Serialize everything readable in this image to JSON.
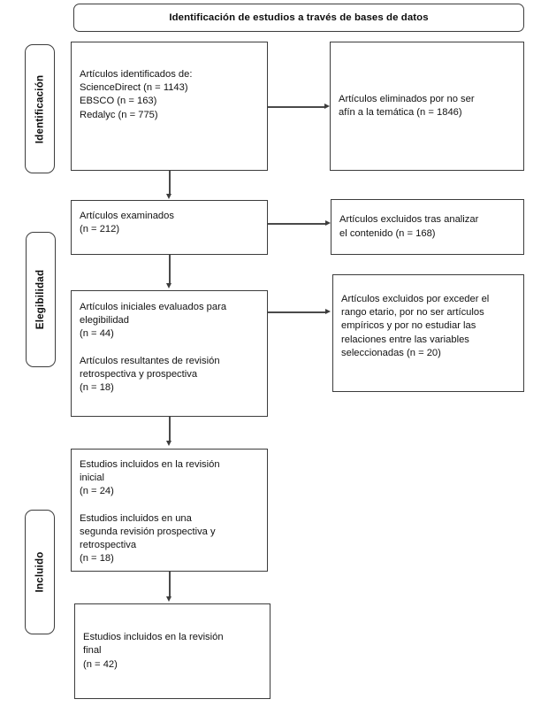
{
  "diagram": {
    "type": "prisma-flow-diagram",
    "language": "es",
    "title": "Identificación de estudios a través de bases de datos",
    "stage_labels": [
      {
        "id": "identificacion",
        "text": "Identificación"
      },
      {
        "id": "elegibilidad",
        "text": "Elegibilidad"
      },
      {
        "id": "incluido",
        "text": "Incluido"
      }
    ],
    "boxes": [
      {
        "id": "identified-records",
        "column": "left",
        "lines": "Artículos identificados de:\nScienceDirect (n = 1143)\nEBSCO (n = 163)\nRedalyc (n = 775)",
        "counts": {
          "ScienceDirect": 1143,
          "EBSCO": 163,
          "Redalyc": 775
        }
      },
      {
        "id": "removed-records",
        "column": "right",
        "lines": "Artículos eliminados por no ser\nafín a la temática (n = 1846)",
        "counts": {
          "n": 1846
        }
      },
      {
        "id": "screened-records",
        "column": "left",
        "lines": "Artículos examinados\n(n = 212)",
        "counts": {
          "n": 212
        }
      },
      {
        "id": "excluded-after-content",
        "column": "right",
        "lines": "Artículos excluidos tras analizar\nel contenido (n = 168)",
        "counts": {
          "n": 168
        }
      },
      {
        "id": "eligibility-assessed",
        "column": "left",
        "block1": "Artículos iniciales evaluados para\nelegibilidad\n(n = 44)",
        "block2": "Artículos resultantes de revisión\nretrospectiva y prospectiva\n(n = 18)",
        "counts": {
          "initial": 44,
          "retro_pro": 18
        }
      },
      {
        "id": "excluded-criteria",
        "column": "right",
        "lines": "Artículos excluidos por exceder el\nrango etario, por no ser artículos\nempíricos y por no estudiar las\nrelaciones entre las variables\nseleccionadas  (n = 20)",
        "counts": {
          "n": 20
        }
      },
      {
        "id": "included-initial",
        "column": "left",
        "block1": "Estudios incluidos en la revisión\ninicial\n(n = 24)",
        "block2": "Estudios incluidos en una\nsegunda revisión prospectiva y\nretrospectiva\n(n = 18)",
        "counts": {
          "initial": 24,
          "second": 18
        }
      },
      {
        "id": "included-final",
        "column": "left",
        "lines": "Estudios incluidos en la revisión\nfinal\n(n = 42)",
        "counts": {
          "n": 42
        }
      }
    ],
    "colors": {
      "border": "#3c3c3c",
      "connector": "#4a4a4a",
      "text": "#121212",
      "background": "#ffffff"
    }
  }
}
